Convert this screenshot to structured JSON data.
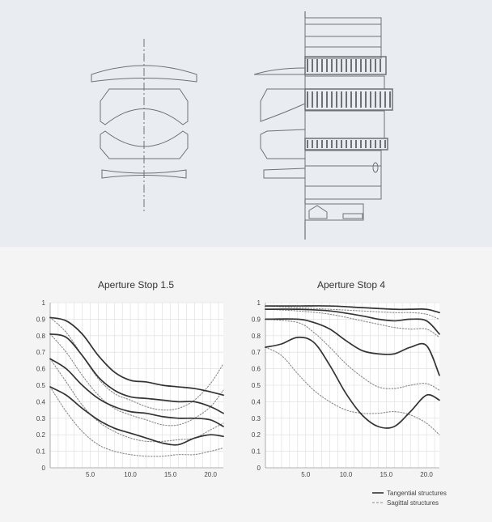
{
  "chart_data": [
    {
      "type": "line",
      "title": "Aperture Stop 1.5",
      "xlabel": "",
      "ylabel": "",
      "xlim": [
        0,
        21.6
      ],
      "ylim": [
        0,
        1
      ],
      "grid": true,
      "x_ticks": [
        "5.0",
        "10.0",
        "15.0",
        "20.0"
      ],
      "y_ticks": [
        "0",
        "0.1",
        "0.2",
        "0.3",
        "0.4",
        "0.5",
        "0.6",
        "0.7",
        "0.8",
        "0.9",
        "1"
      ],
      "series": [
        {
          "style": "solid",
          "points": [
            [
              0,
              0.91
            ],
            [
              2,
              0.89
            ],
            [
              4,
              0.81
            ],
            [
              6,
              0.68
            ],
            [
              8,
              0.58
            ],
            [
              10,
              0.53
            ],
            [
              12,
              0.52
            ],
            [
              14,
              0.5
            ],
            [
              16,
              0.49
            ],
            [
              18,
              0.48
            ],
            [
              20,
              0.46
            ],
            [
              21.6,
              0.44
            ]
          ]
        },
        {
          "style": "solid",
          "points": [
            [
              0,
              0.81
            ],
            [
              2,
              0.79
            ],
            [
              4,
              0.68
            ],
            [
              6,
              0.55
            ],
            [
              8,
              0.47
            ],
            [
              10,
              0.43
            ],
            [
              12,
              0.42
            ],
            [
              14,
              0.41
            ],
            [
              16,
              0.4
            ],
            [
              18,
              0.4
            ],
            [
              20,
              0.37
            ],
            [
              21.6,
              0.33
            ]
          ]
        },
        {
          "style": "solid",
          "points": [
            [
              0,
              0.66
            ],
            [
              2,
              0.6
            ],
            [
              4,
              0.5
            ],
            [
              6,
              0.42
            ],
            [
              8,
              0.37
            ],
            [
              10,
              0.34
            ],
            [
              12,
              0.33
            ],
            [
              14,
              0.31
            ],
            [
              16,
              0.3
            ],
            [
              18,
              0.3
            ],
            [
              20,
              0.29
            ],
            [
              21.6,
              0.25
            ]
          ]
        },
        {
          "style": "solid",
          "points": [
            [
              0,
              0.49
            ],
            [
              2,
              0.44
            ],
            [
              4,
              0.36
            ],
            [
              6,
              0.29
            ],
            [
              8,
              0.24
            ],
            [
              10,
              0.21
            ],
            [
              12,
              0.18
            ],
            [
              14,
              0.15
            ],
            [
              16,
              0.14
            ],
            [
              18,
              0.18
            ],
            [
              20,
              0.2
            ],
            [
              21.6,
              0.19
            ]
          ]
        },
        {
          "style": "dotted",
          "points": [
            [
              0,
              0.91
            ],
            [
              2,
              0.82
            ],
            [
              4,
              0.68
            ],
            [
              6,
              0.54
            ],
            [
              8,
              0.45
            ],
            [
              10,
              0.41
            ],
            [
              12,
              0.37
            ],
            [
              14,
              0.35
            ],
            [
              16,
              0.36
            ],
            [
              18,
              0.41
            ],
            [
              20,
              0.51
            ],
            [
              21.6,
              0.63
            ]
          ]
        },
        {
          "style": "dotted",
          "points": [
            [
              0,
              0.81
            ],
            [
              2,
              0.7
            ],
            [
              4,
              0.56
            ],
            [
              6,
              0.44
            ],
            [
              8,
              0.36
            ],
            [
              10,
              0.32
            ],
            [
              12,
              0.29
            ],
            [
              14,
              0.26
            ],
            [
              16,
              0.26
            ],
            [
              18,
              0.3
            ],
            [
              20,
              0.37
            ],
            [
              21.6,
              0.47
            ]
          ]
        },
        {
          "style": "dotted",
          "points": [
            [
              0,
              0.66
            ],
            [
              2,
              0.52
            ],
            [
              4,
              0.38
            ],
            [
              6,
              0.28
            ],
            [
              8,
              0.22
            ],
            [
              10,
              0.18
            ],
            [
              12,
              0.16
            ],
            [
              14,
              0.16
            ],
            [
              16,
              0.17
            ],
            [
              18,
              0.18
            ],
            [
              20,
              0.23
            ],
            [
              21.6,
              0.27
            ]
          ]
        },
        {
          "style": "dotted",
          "points": [
            [
              0,
              0.49
            ],
            [
              2,
              0.34
            ],
            [
              4,
              0.22
            ],
            [
              6,
              0.14
            ],
            [
              8,
              0.1
            ],
            [
              10,
              0.08
            ],
            [
              12,
              0.07
            ],
            [
              14,
              0.07
            ],
            [
              16,
              0.08
            ],
            [
              18,
              0.08
            ],
            [
              20,
              0.1
            ],
            [
              21.6,
              0.12
            ]
          ]
        }
      ]
    },
    {
      "type": "line",
      "title": "Aperture Stop 4",
      "xlabel": "",
      "ylabel": "",
      "xlim": [
        0,
        21.6
      ],
      "ylim": [
        0,
        1
      ],
      "grid": true,
      "x_ticks": [
        "5.0",
        "10.0",
        "15.0",
        "20.0"
      ],
      "y_ticks": [
        "0",
        "0.1",
        "0.2",
        "0.3",
        "0.4",
        "0.5",
        "0.6",
        "0.7",
        "0.8",
        "0.9",
        "1"
      ],
      "series": [
        {
          "style": "solid",
          "points": [
            [
              0,
              0.98
            ],
            [
              4,
              0.98
            ],
            [
              8,
              0.98
            ],
            [
              12,
              0.97
            ],
            [
              16,
              0.96
            ],
            [
              18,
              0.96
            ],
            [
              20,
              0.96
            ],
            [
              21.6,
              0.94
            ]
          ]
        },
        {
          "style": "solid",
          "points": [
            [
              0,
              0.96
            ],
            [
              4,
              0.96
            ],
            [
              8,
              0.95
            ],
            [
              12,
              0.92
            ],
            [
              14,
              0.9
            ],
            [
              16,
              0.89
            ],
            [
              18,
              0.9
            ],
            [
              20,
              0.89
            ],
            [
              21.6,
              0.81
            ]
          ]
        },
        {
          "style": "solid",
          "points": [
            [
              0,
              0.9
            ],
            [
              4,
              0.9
            ],
            [
              6,
              0.88
            ],
            [
              8,
              0.84
            ],
            [
              10,
              0.77
            ],
            [
              12,
              0.71
            ],
            [
              14,
              0.69
            ],
            [
              16,
              0.69
            ],
            [
              18,
              0.73
            ],
            [
              20,
              0.74
            ],
            [
              21.6,
              0.56
            ]
          ]
        },
        {
          "style": "solid",
          "points": [
            [
              0,
              0.73
            ],
            [
              2,
              0.75
            ],
            [
              4,
              0.79
            ],
            [
              6,
              0.76
            ],
            [
              8,
              0.62
            ],
            [
              10,
              0.45
            ],
            [
              12,
              0.32
            ],
            [
              14,
              0.25
            ],
            [
              16,
              0.25
            ],
            [
              18,
              0.34
            ],
            [
              20,
              0.44
            ],
            [
              21.6,
              0.41
            ]
          ]
        },
        {
          "style": "dotted",
          "points": [
            [
              0,
              0.98
            ],
            [
              4,
              0.97
            ],
            [
              8,
              0.96
            ],
            [
              12,
              0.95
            ],
            [
              16,
              0.94
            ],
            [
              18,
              0.94
            ],
            [
              20,
              0.93
            ],
            [
              21.6,
              0.9
            ]
          ]
        },
        {
          "style": "dotted",
          "points": [
            [
              0,
              0.96
            ],
            [
              4,
              0.95
            ],
            [
              8,
              0.93
            ],
            [
              12,
              0.89
            ],
            [
              14,
              0.87
            ],
            [
              16,
              0.85
            ],
            [
              18,
              0.84
            ],
            [
              20,
              0.84
            ],
            [
              21.6,
              0.79
            ]
          ]
        },
        {
          "style": "dotted",
          "points": [
            [
              0,
              0.9
            ],
            [
              4,
              0.88
            ],
            [
              6,
              0.82
            ],
            [
              8,
              0.73
            ],
            [
              10,
              0.63
            ],
            [
              12,
              0.55
            ],
            [
              14,
              0.49
            ],
            [
              16,
              0.48
            ],
            [
              18,
              0.5
            ],
            [
              20,
              0.51
            ],
            [
              21.6,
              0.47
            ]
          ]
        },
        {
          "style": "dotted",
          "points": [
            [
              0,
              0.73
            ],
            [
              2,
              0.68
            ],
            [
              4,
              0.57
            ],
            [
              6,
              0.47
            ],
            [
              8,
              0.4
            ],
            [
              10,
              0.35
            ],
            [
              12,
              0.33
            ],
            [
              14,
              0.33
            ],
            [
              16,
              0.34
            ],
            [
              18,
              0.32
            ],
            [
              20,
              0.27
            ],
            [
              21.6,
              0.2
            ]
          ]
        }
      ]
    }
  ],
  "legend": {
    "tangential": "Tangential structures",
    "sagittal": "Sagittal structures"
  },
  "colors": {
    "lens_background": "#e9edf1",
    "chart_background": "#f4f4f4",
    "line": "#333333",
    "dotted": "#8a8a8a",
    "grid": "#dcdcdc",
    "drawing": "#6e7277"
  }
}
